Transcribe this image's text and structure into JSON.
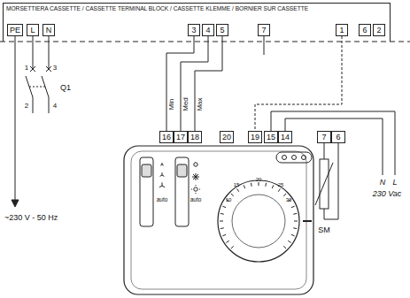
{
  "diagram": {
    "nodes": [
      {
        "text": [
          "MORSETTIERA CASSETTE / CASSETTE TERMINAL BLOCK / CASSETTE KLEMME / BORNIER SUR CASSETTE"
        ]
      },
      {
        "text": [
          "PE"
        ],
        "in": 0
      },
      {
        "text": [
          "L"
        ],
        "in": 0
      },
      {
        "text": [
          "N"
        ],
        "in": 0
      },
      {
        "text": [
          "3"
        ],
        "in": 0
      },
      {
        "text": [
          "4"
        ],
        "in": 0
      },
      {
        "text": [
          "5"
        ],
        "in": 0
      },
      {
        "text": [
          "7"
        ],
        "in": 0
      },
      {
        "text": [
          "1"
        ],
        "in": 0
      },
      {
        "text": [
          "6"
        ],
        "in": 0
      },
      {
        "text": [
          "2"
        ],
        "in": 0
      },
      {
        "text": [
          "16"
        ]
      },
      {
        "text": [
          "17"
        ]
      },
      {
        "text": [
          "18"
        ]
      },
      {
        "text": [
          "20"
        ]
      },
      {
        "text": [
          "19"
        ]
      },
      {
        "text": [
          "15"
        ]
      },
      {
        "text": [
          "14"
        ]
      },
      {
        "text": [
          "7"
        ]
      },
      {
        "text": [
          "6"
        ]
      }
    ],
    "edges": [
      {
        "from": 4,
        "to": 11,
        "label": "Min",
        "arrow": "none"
      },
      {
        "from": 5,
        "to": 12,
        "label": "Med",
        "arrow": "none"
      },
      {
        "from": 6,
        "to": 13,
        "label": "Max",
        "arrow": "none"
      },
      {
        "from": 8,
        "to": 15,
        "arrow": "none"
      }
    ],
    "labels": [
      "1",
      "3",
      "Q1",
      "2",
      "4",
      "~230 V - 50 Hz",
      "N",
      "L",
      "230 Vac",
      "SM",
      "auto",
      "auto",
      "10",
      "15",
      "20",
      "25",
      "30"
    ]
  }
}
